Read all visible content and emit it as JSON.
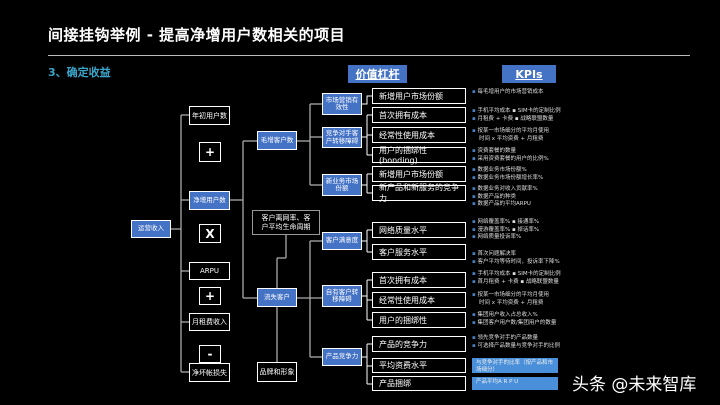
{
  "title": "间接挂钩举例 - 提高净增用户数相关的项目",
  "subtitle": "3、确定收益",
  "headers": {
    "levers": "价值杠杆",
    "kpis": "KPIs"
  },
  "level0": {
    "revenue": "运营收入"
  },
  "level1": {
    "start_users": "年初用户数",
    "plus1": "+",
    "net_add": "净增用户数",
    "times": "X",
    "arpu": "ARPU",
    "plus2": "+",
    "monthly_fee": "月租费收入",
    "minus": "-",
    "bad_debt": "净坏帐损失"
  },
  "level2": {
    "gross_add": "毛增客户数",
    "churn": "流失客户",
    "churn_note": "客户离网率、客户平均生命周期",
    "brand": "品牌和形象"
  },
  "level3": [
    "市场营销有效性",
    "竞争对手客户转移障碍",
    "新业务市场份额",
    "客户满意度",
    "自有客户转移障碍",
    "产品竞争力"
  ],
  "leaves": [
    "新增用户市场份额",
    "首次拥有成本",
    "经常性使用成本",
    "用户的捆绑性(bonding)",
    "新增用户市场份额",
    "新产品和新服务的竞争力",
    "网络质量水平",
    "客户服务水平",
    "首次拥有成本",
    "经常性使用成本",
    "用户的捆绑性",
    "产品的竞争力",
    "平均资费水平",
    "产品捆绑"
  ],
  "kpis": [
    [
      "每毛增用户的市场营销成本"
    ],
    [
      "手机平均成本  ▪ SIM卡的定制比例",
      "月租费 + 卡费  ▪ 战略联盟数量"
    ],
    [
      "按某一市场细分的平均月使用",
      "时间 x 平均资费 + 月租费"
    ],
    [
      "资费套餐的数量",
      "采用资费套餐的用户的比例%"
    ],
    [
      "数据业务市场份额%",
      "数据业务市场份额增长率%"
    ],
    [
      "数据业务对收入贡献率%",
      "数据产品的种类",
      "数据产品的平均ARPU"
    ],
    [
      "网络覆盖率%  ▪ 接通率%",
      "漫游覆盖率%  ▪ 掉话率%",
      "网络质量投诉率%"
    ],
    [
      "首次问题解决率",
      "客户平均等待时间，投诉率下降%"
    ],
    [
      "手机平均成本  ▪ SIM卡的定制比例",
      "首月租费 + 卡费  ▪ 战略联盟数量"
    ],
    [
      "按某一市场细分的平均月使用",
      "时间 x 平均资费 + 月租费"
    ],
    [
      "集团用户收入占总收入%",
      "集团客户用户数/集团用户的数量"
    ],
    [
      "领先竞争对手的产品数量",
      "可选择产品数量与竞争对手的比例"
    ]
  ],
  "kpi_blue": [
    "与竞争对手的比率（按产品和市场细分）",
    "产品平均A R P U"
  ],
  "watermark": "头条 @未来智库",
  "colors": {
    "accent_blue": "#4472c4",
    "subtitle": "#3aa6c9",
    "background": "#000000"
  }
}
